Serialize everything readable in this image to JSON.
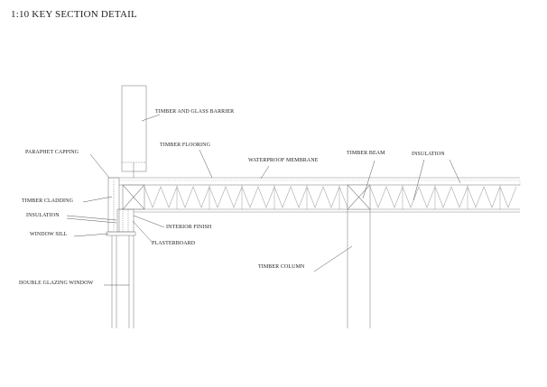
{
  "title": "1:10 KEY SECTION DETAIL",
  "labels": {
    "barrier": "TIMBER AND GLASS BARRIER",
    "flooring": "TIMBER FLOORING",
    "capping": "PARAPHET CAPPING",
    "membrane": "WATERPROOF MEMBRANE",
    "beam": "TIMBER BEAM",
    "insulation_roof": "INSULATION",
    "cladding": "TIMBER CLADDING",
    "insulation_wall": "INSULATION",
    "interior_finish": "INTERIOR FINISH",
    "window_sill": "WINDOW SILL",
    "plasterboard": "PLASTERBOARD",
    "column": "TIMBER COLUMN",
    "window": "DOUBLE GLAZING WINDOW"
  }
}
